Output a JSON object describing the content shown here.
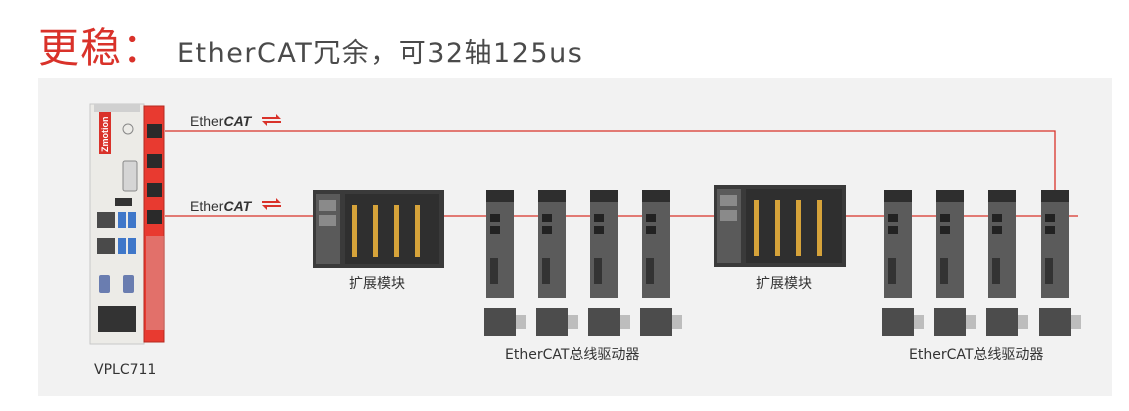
{
  "headline": {
    "accent": "更稳",
    "colon": "：",
    "rest": "EtherCAT冗余，可32轴125us"
  },
  "controller": {
    "label": "VPLC711",
    "brand": "Zmotion"
  },
  "network_labels": {
    "ether": "Ether",
    "cat": "CAT"
  },
  "expansion_label": "扩展模块",
  "drive_label": "EtherCAT总线驱动器",
  "colors": {
    "accent": "#d9322a",
    "line": "#d9322a",
    "panel": "#f2f2f2",
    "module": "#3a3a3a",
    "drive": "#5b5b5b"
  }
}
